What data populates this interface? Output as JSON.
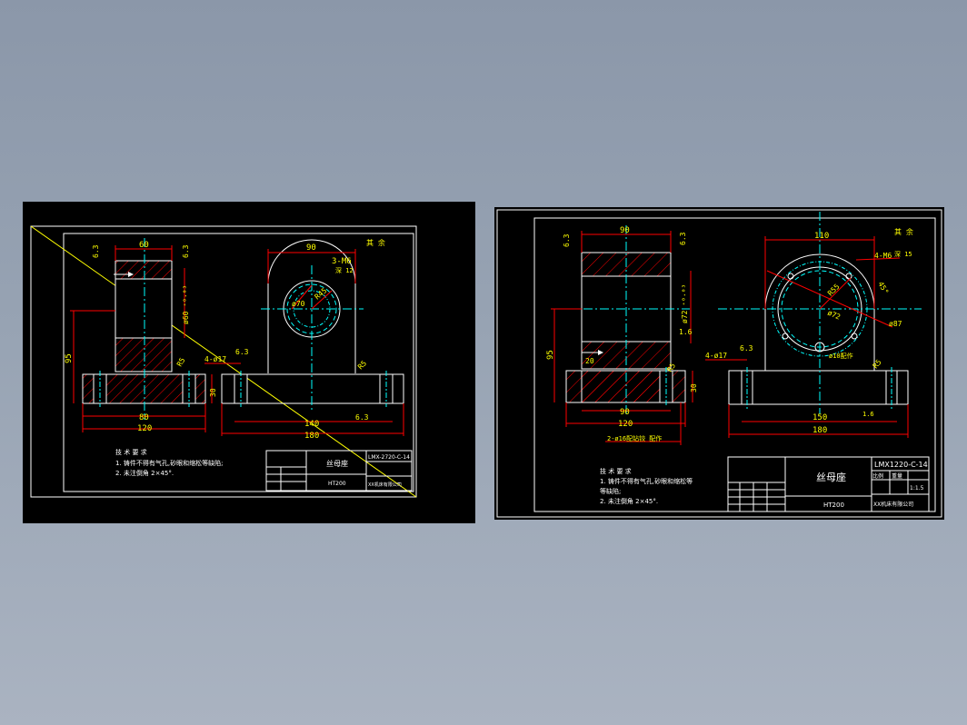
{
  "colors": {
    "background_top": "#8b97a9",
    "sheet": "#000000",
    "outline": "#ffffff",
    "dimension": "#ff0000",
    "dimension_text": "#ffff00",
    "centerline": "#00ffff",
    "hatch": "#ff0000",
    "diagonal": "#ffff00"
  },
  "left_sheet": {
    "dims": {
      "top_width": "60",
      "bore_width": "90",
      "thread": "3-M6",
      "thread_depth": "深 12",
      "pcd": "ø70",
      "radius": "R45",
      "bore_fit": "ø60 ⁺⁰·⁰³",
      "height": "95",
      "base_thick": "30",
      "base_inner": "80",
      "base_outer": "120",
      "hole": "4-ø17",
      "rough_a": "6.3",
      "rough_b": "6.3",
      "rough_c": "6.3",
      "rough_d": "6.3",
      "fillet_a": "R5",
      "fillet_b": "R5",
      "base_140": "140",
      "base_180": "180"
    },
    "surface_note": "其 余",
    "notes": {
      "heading": "技 术 要 求",
      "line1": "1. 铸件不得有气孔,砂眼和缩松等缺陷;",
      "line2": "2. 未注倒角 2×45°."
    },
    "title_block": {
      "part_name": "丝母座",
      "drawing_no": "LMX-2720-C-14",
      "material": "HT200",
      "company": "XX机床有限公司"
    }
  },
  "right_sheet": {
    "dims": {
      "top_width": "90",
      "bore_width": "110",
      "thread": "4-M6",
      "thread_depth": "深 15",
      "angle": "45°",
      "radius": "R55",
      "pcd_big": "ø87",
      "pcd": "ø72",
      "small_hole": "ø10配作",
      "bore_fit": "ø72 ⁺⁰·⁰³",
      "height": "95",
      "base_thick": "30",
      "gap": "20",
      "base_inner": "90",
      "base_outer": "120",
      "pin_holes": "2-ø16配钻铰 配作",
      "hole": "4-ø17",
      "rough_a": "6.3",
      "rough_b": "6.3",
      "rough_c": "6.3",
      "rough_d": "1.6",
      "rough_e": "1.6",
      "fillet_a": "R5",
      "fillet_b": "R5",
      "base_150": "150",
      "base_180": "180"
    },
    "surface_note": "其 余",
    "notes": {
      "heading": "技 术 要 求",
      "line1": "1. 铸件不得有气孔,砂眼和缩松等",
      "line2": "等缺陷;",
      "line3": "2. 未注倒角 2×45°."
    },
    "title_block": {
      "part_name": "丝母座",
      "drawing_no": "LMX1220-C-14",
      "material": "HT200",
      "company": "XX机床有限公司",
      "scale_label": "比例",
      "weight_label": "重量",
      "scale": "1:1.5"
    }
  }
}
